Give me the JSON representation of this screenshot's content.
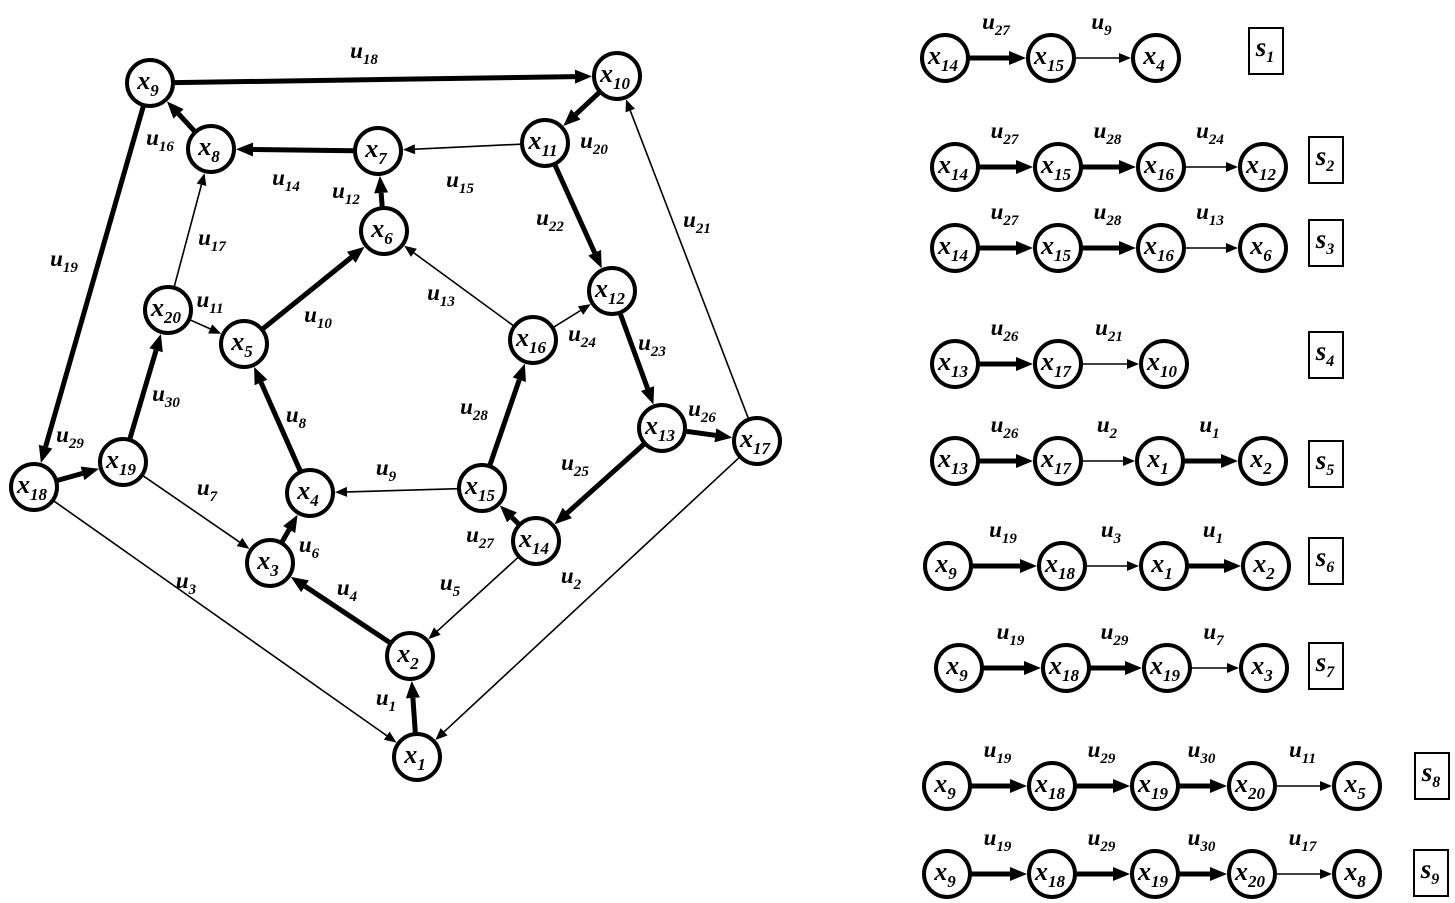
{
  "colors": {
    "ink": "#000000",
    "paper": "#ffffff"
  },
  "graph": {
    "nodes": [
      {
        "id": "x1",
        "base": "x",
        "sub": "1"
      },
      {
        "id": "x2",
        "base": "x",
        "sub": "2"
      },
      {
        "id": "x3",
        "base": "x",
        "sub": "3"
      },
      {
        "id": "x4",
        "base": "x",
        "sub": "4"
      },
      {
        "id": "x5",
        "base": "x",
        "sub": "5"
      },
      {
        "id": "x6",
        "base": "x",
        "sub": "6"
      },
      {
        "id": "x7",
        "base": "x",
        "sub": "7"
      },
      {
        "id": "x8",
        "base": "x",
        "sub": "8"
      },
      {
        "id": "x9",
        "base": "x",
        "sub": "9"
      },
      {
        "id": "x10",
        "base": "x",
        "sub": "10"
      },
      {
        "id": "x11",
        "base": "x",
        "sub": "11"
      },
      {
        "id": "x12",
        "base": "x",
        "sub": "12"
      },
      {
        "id": "x13",
        "base": "x",
        "sub": "13"
      },
      {
        "id": "x14",
        "base": "x",
        "sub": "14"
      },
      {
        "id": "x15",
        "base": "x",
        "sub": "15"
      },
      {
        "id": "x16",
        "base": "x",
        "sub": "16"
      },
      {
        "id": "x17",
        "base": "x",
        "sub": "17"
      },
      {
        "id": "x18",
        "base": "x",
        "sub": "18"
      },
      {
        "id": "x19",
        "base": "x",
        "sub": "19"
      },
      {
        "id": "x20",
        "base": "x",
        "sub": "20"
      }
    ],
    "edges": [
      {
        "id": "u1",
        "from": "x1",
        "to": "x2",
        "label": "u",
        "sub": "1",
        "bold": true
      },
      {
        "id": "u2",
        "from": "x17",
        "to": "x1",
        "label": "u",
        "sub": "2",
        "bold": false
      },
      {
        "id": "u3",
        "from": "x18",
        "to": "x1",
        "label": "u",
        "sub": "3",
        "bold": false
      },
      {
        "id": "u4",
        "from": "x2",
        "to": "x3",
        "label": "u",
        "sub": "4",
        "bold": true
      },
      {
        "id": "u5",
        "from": "x14",
        "to": "x2",
        "label": "u",
        "sub": "5",
        "bold": false
      },
      {
        "id": "u6",
        "from": "x3",
        "to": "x4",
        "label": "u",
        "sub": "6",
        "bold": true
      },
      {
        "id": "u7",
        "from": "x19",
        "to": "x3",
        "label": "u",
        "sub": "7",
        "bold": false
      },
      {
        "id": "u8",
        "from": "x4",
        "to": "x5",
        "label": "u",
        "sub": "8",
        "bold": true
      },
      {
        "id": "u9",
        "from": "x15",
        "to": "x4",
        "label": "u",
        "sub": "9",
        "bold": false
      },
      {
        "id": "u10",
        "from": "x5",
        "to": "x6",
        "label": "u",
        "sub": "10",
        "bold": true
      },
      {
        "id": "u11",
        "from": "x20",
        "to": "x5",
        "label": "u",
        "sub": "11",
        "bold": false
      },
      {
        "id": "u12",
        "from": "x6",
        "to": "x7",
        "label": "u",
        "sub": "12",
        "bold": true
      },
      {
        "id": "u13",
        "from": "x16",
        "to": "x6",
        "label": "u",
        "sub": "13",
        "bold": false
      },
      {
        "id": "u14",
        "from": "x7",
        "to": "x8",
        "label": "u",
        "sub": "14",
        "bold": true
      },
      {
        "id": "u15",
        "from": "x11",
        "to": "x7",
        "label": "u",
        "sub": "15",
        "bold": false
      },
      {
        "id": "u16",
        "from": "x8",
        "to": "x9",
        "label": "u",
        "sub": "16",
        "bold": true
      },
      {
        "id": "u17",
        "from": "x20",
        "to": "x8",
        "label": "u",
        "sub": "17",
        "bold": false
      },
      {
        "id": "u18",
        "from": "x9",
        "to": "x10",
        "label": "u",
        "sub": "18",
        "bold": true
      },
      {
        "id": "u19",
        "from": "x9",
        "to": "x18",
        "label": "u",
        "sub": "19",
        "bold": true
      },
      {
        "id": "u20",
        "from": "x10",
        "to": "x11",
        "label": "u",
        "sub": "20",
        "bold": true
      },
      {
        "id": "u21",
        "from": "x17",
        "to": "x10",
        "label": "u",
        "sub": "21",
        "bold": false
      },
      {
        "id": "u22",
        "from": "x11",
        "to": "x12",
        "label": "u",
        "sub": "22",
        "bold": true
      },
      {
        "id": "u23",
        "from": "x12",
        "to": "x13",
        "label": "u",
        "sub": "23",
        "bold": true
      },
      {
        "id": "u24",
        "from": "x16",
        "to": "x12",
        "label": "u",
        "sub": "24",
        "bold": false
      },
      {
        "id": "u25",
        "from": "x13",
        "to": "x14",
        "label": "u",
        "sub": "25",
        "bold": true
      },
      {
        "id": "u26",
        "from": "x13",
        "to": "x17",
        "label": "u",
        "sub": "26",
        "bold": true
      },
      {
        "id": "u27",
        "from": "x14",
        "to": "x15",
        "label": "u",
        "sub": "27",
        "bold": true
      },
      {
        "id": "u28",
        "from": "x15",
        "to": "x16",
        "label": "u",
        "sub": "28",
        "bold": true
      },
      {
        "id": "u29",
        "from": "x18",
        "to": "x19",
        "label": "u",
        "sub": "29",
        "bold": true
      },
      {
        "id": "u30",
        "from": "x19",
        "to": "x20",
        "label": "u",
        "sub": "30",
        "bold": true
      }
    ]
  },
  "paths": [
    {
      "name": "s",
      "sub": "1",
      "nodes": [
        "14",
        "15",
        "4"
      ],
      "edges": [
        {
          "sub": "27",
          "bold": true
        },
        {
          "sub": "9",
          "bold": false
        }
      ]
    },
    {
      "name": "s",
      "sub": "2",
      "nodes": [
        "14",
        "15",
        "16",
        "12"
      ],
      "edges": [
        {
          "sub": "27",
          "bold": true
        },
        {
          "sub": "28",
          "bold": true
        },
        {
          "sub": "24",
          "bold": false
        }
      ]
    },
    {
      "name": "s",
      "sub": "3",
      "nodes": [
        "14",
        "15",
        "16",
        "6"
      ],
      "edges": [
        {
          "sub": "27",
          "bold": true
        },
        {
          "sub": "28",
          "bold": true
        },
        {
          "sub": "13",
          "bold": false
        }
      ]
    },
    {
      "name": "s",
      "sub": "4",
      "nodes": [
        "13",
        "17",
        "10"
      ],
      "edges": [
        {
          "sub": "26",
          "bold": true
        },
        {
          "sub": "21",
          "bold": false
        }
      ]
    },
    {
      "name": "s",
      "sub": "5",
      "nodes": [
        "13",
        "17",
        "1",
        "2"
      ],
      "edges": [
        {
          "sub": "26",
          "bold": true
        },
        {
          "sub": "2",
          "bold": false
        },
        {
          "sub": "1",
          "bold": true
        }
      ]
    },
    {
      "name": "s",
      "sub": "6",
      "nodes": [
        "9",
        "18",
        "1",
        "2"
      ],
      "edges": [
        {
          "sub": "19",
          "bold": true
        },
        {
          "sub": "3",
          "bold": false
        },
        {
          "sub": "1",
          "bold": true
        }
      ]
    },
    {
      "name": "s",
      "sub": "7",
      "nodes": [
        "9",
        "18",
        "19",
        "3"
      ],
      "edges": [
        {
          "sub": "19",
          "bold": true
        },
        {
          "sub": "29",
          "bold": true
        },
        {
          "sub": "7",
          "bold": false
        }
      ]
    },
    {
      "name": "s",
      "sub": "8",
      "nodes": [
        "9",
        "18",
        "19",
        "20",
        "5"
      ],
      "edges": [
        {
          "sub": "19",
          "bold": true
        },
        {
          "sub": "29",
          "bold": true
        },
        {
          "sub": "30",
          "bold": true
        },
        {
          "sub": "11",
          "bold": false
        }
      ]
    },
    {
      "name": "s",
      "sub": "9",
      "nodes": [
        "9",
        "18",
        "19",
        "20",
        "8"
      ],
      "edges": [
        {
          "sub": "19",
          "bold": true
        },
        {
          "sub": "29",
          "bold": true
        },
        {
          "sub": "30",
          "bold": true
        },
        {
          "sub": "17",
          "bold": false
        }
      ]
    }
  ]
}
